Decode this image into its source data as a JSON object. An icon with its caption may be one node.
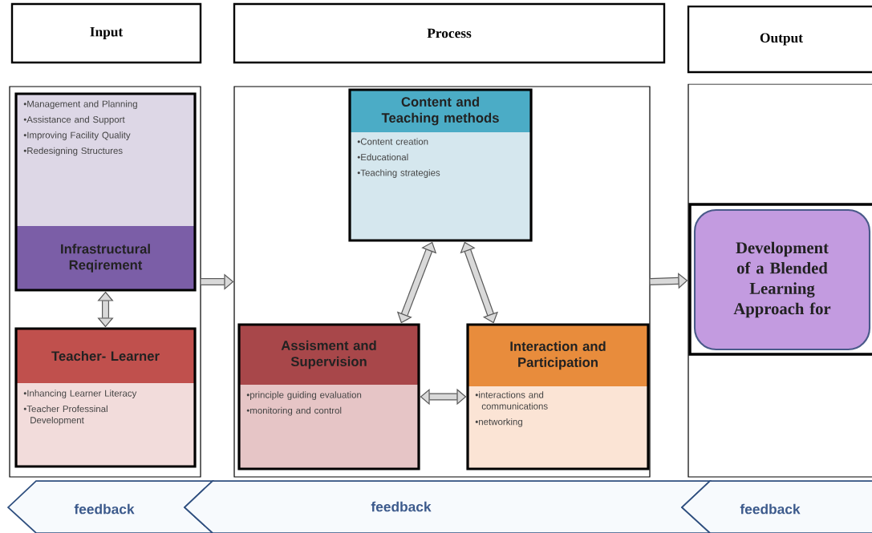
{
  "diagram": {
    "nodes": [
      {
        "text": [
          "Input"
        ]
      },
      {
        "text": [
          "Process"
        ]
      },
      {
        "text": [
          "Output"
        ]
      },
      {
        "text": [],
        "shape": "box"
      },
      {
        "text": [
          "•Management and Planning",
          "•Assistance and Support",
          "•Improving Facility Quality",
          "•Redesigning Structures",
          "Infrastructural Reqirement"
        ],
        "in": 3
      },
      {
        "text": [
          "Teacher- Learner",
          "•Inhancing Learner Literacy",
          "•Teacher Professinal Development"
        ],
        "in": 3
      },
      {
        "text": [],
        "shape": "box"
      },
      {
        "text": [
          "Content and Teaching methods",
          "•Content creation",
          "•Educational",
          "•Teaching strategies"
        ],
        "in": 6
      },
      {
        "text": [
          "Assisment and Supervision",
          "•principle guiding evaluation",
          "•monitoring and control"
        ],
        "in": 6
      },
      {
        "text": [
          "Interaction and Participation",
          "•interactions and communications",
          "•networking"
        ],
        "in": 6
      },
      {
        "text": [],
        "shape": "box"
      },
      {
        "text": [],
        "shape": "box",
        "in": 10
      },
      {
        "text": [
          "Development of a Blended Learning Approach for"
        ],
        "in": 11
      },
      {
        "text": [
          "feedback"
        ]
      },
      {
        "text": [
          "feedback"
        ]
      },
      {
        "text": [
          "feedback"
        ]
      }
    ],
    "edges": [
      {
        "from": 4,
        "to": 5,
        "arrow": "both"
      },
      {
        "from": 3,
        "to": 6,
        "arrow": "to"
      },
      {
        "from": 7,
        "to": 8,
        "arrow": "both"
      },
      {
        "from": 7,
        "to": 9,
        "arrow": "both"
      },
      {
        "from": 8,
        "to": 9,
        "arrow": "both"
      },
      {
        "from": 6,
        "to": 10,
        "arrow": "to"
      }
    ]
  }
}
